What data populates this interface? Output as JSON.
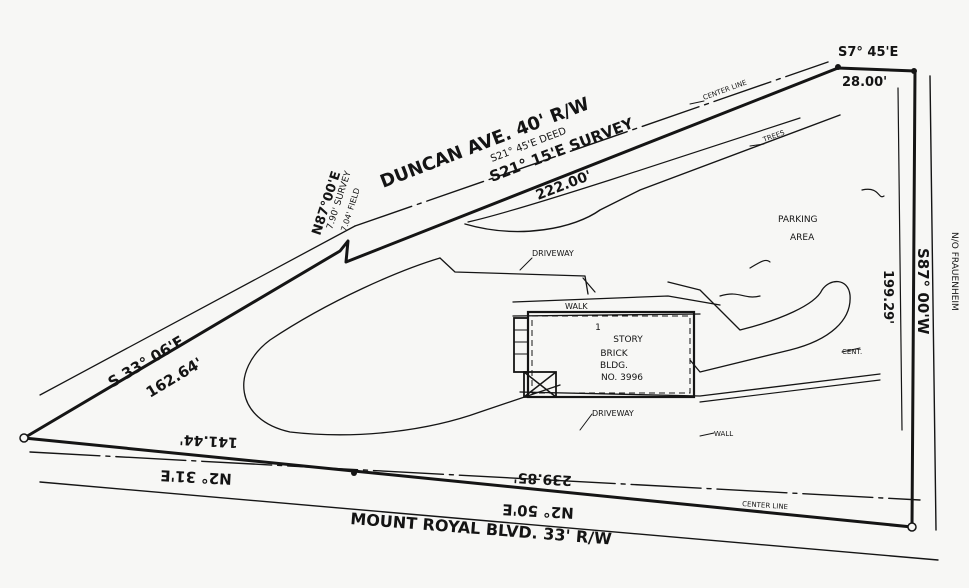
{
  "streets": {
    "north": "DUNCAN AVE. 40' R/W",
    "south": "MOUNT ROYAL BLVD. 33' R/W",
    "east": "N/O FRAUENHEIM"
  },
  "bearings": {
    "northwest_jog": "N87°00'E",
    "survey_note": "7.90' SURVEY",
    "field_note": "7.04' FIELD",
    "duncan_deed": "S21° 45'E DEED",
    "duncan_survey": "S21° 15'E SURVEY",
    "duncan_length": "222.00'",
    "northeast_bearing": "S7° 45'E",
    "northeast_length": "28.00'",
    "east_bearing": "S87° 00'W",
    "east_length": "199.29'",
    "west_bearing": "S 33° 06'E",
    "west_length": "162.64'",
    "south_upper_length": "141.44'",
    "south_upper_bearing": "N2° 31'E",
    "south_total_length": "239.85'",
    "south_lower_bearing": "N2° 50'E"
  },
  "labels": {
    "center_line_top": "CENTER LINE",
    "center_line_bottom": "CENTER LINE",
    "trees": "TREES",
    "parking": "PARKING",
    "area": "AREA",
    "driveway_top": "DRIVEWAY",
    "driveway_bottom": "DRIVEWAY",
    "walk": "WALK",
    "wall": "WALL",
    "center": "CENT.",
    "building": [
      "1",
      "STORY",
      "BRICK",
      "BLDG.",
      "NO. 3996"
    ]
  }
}
